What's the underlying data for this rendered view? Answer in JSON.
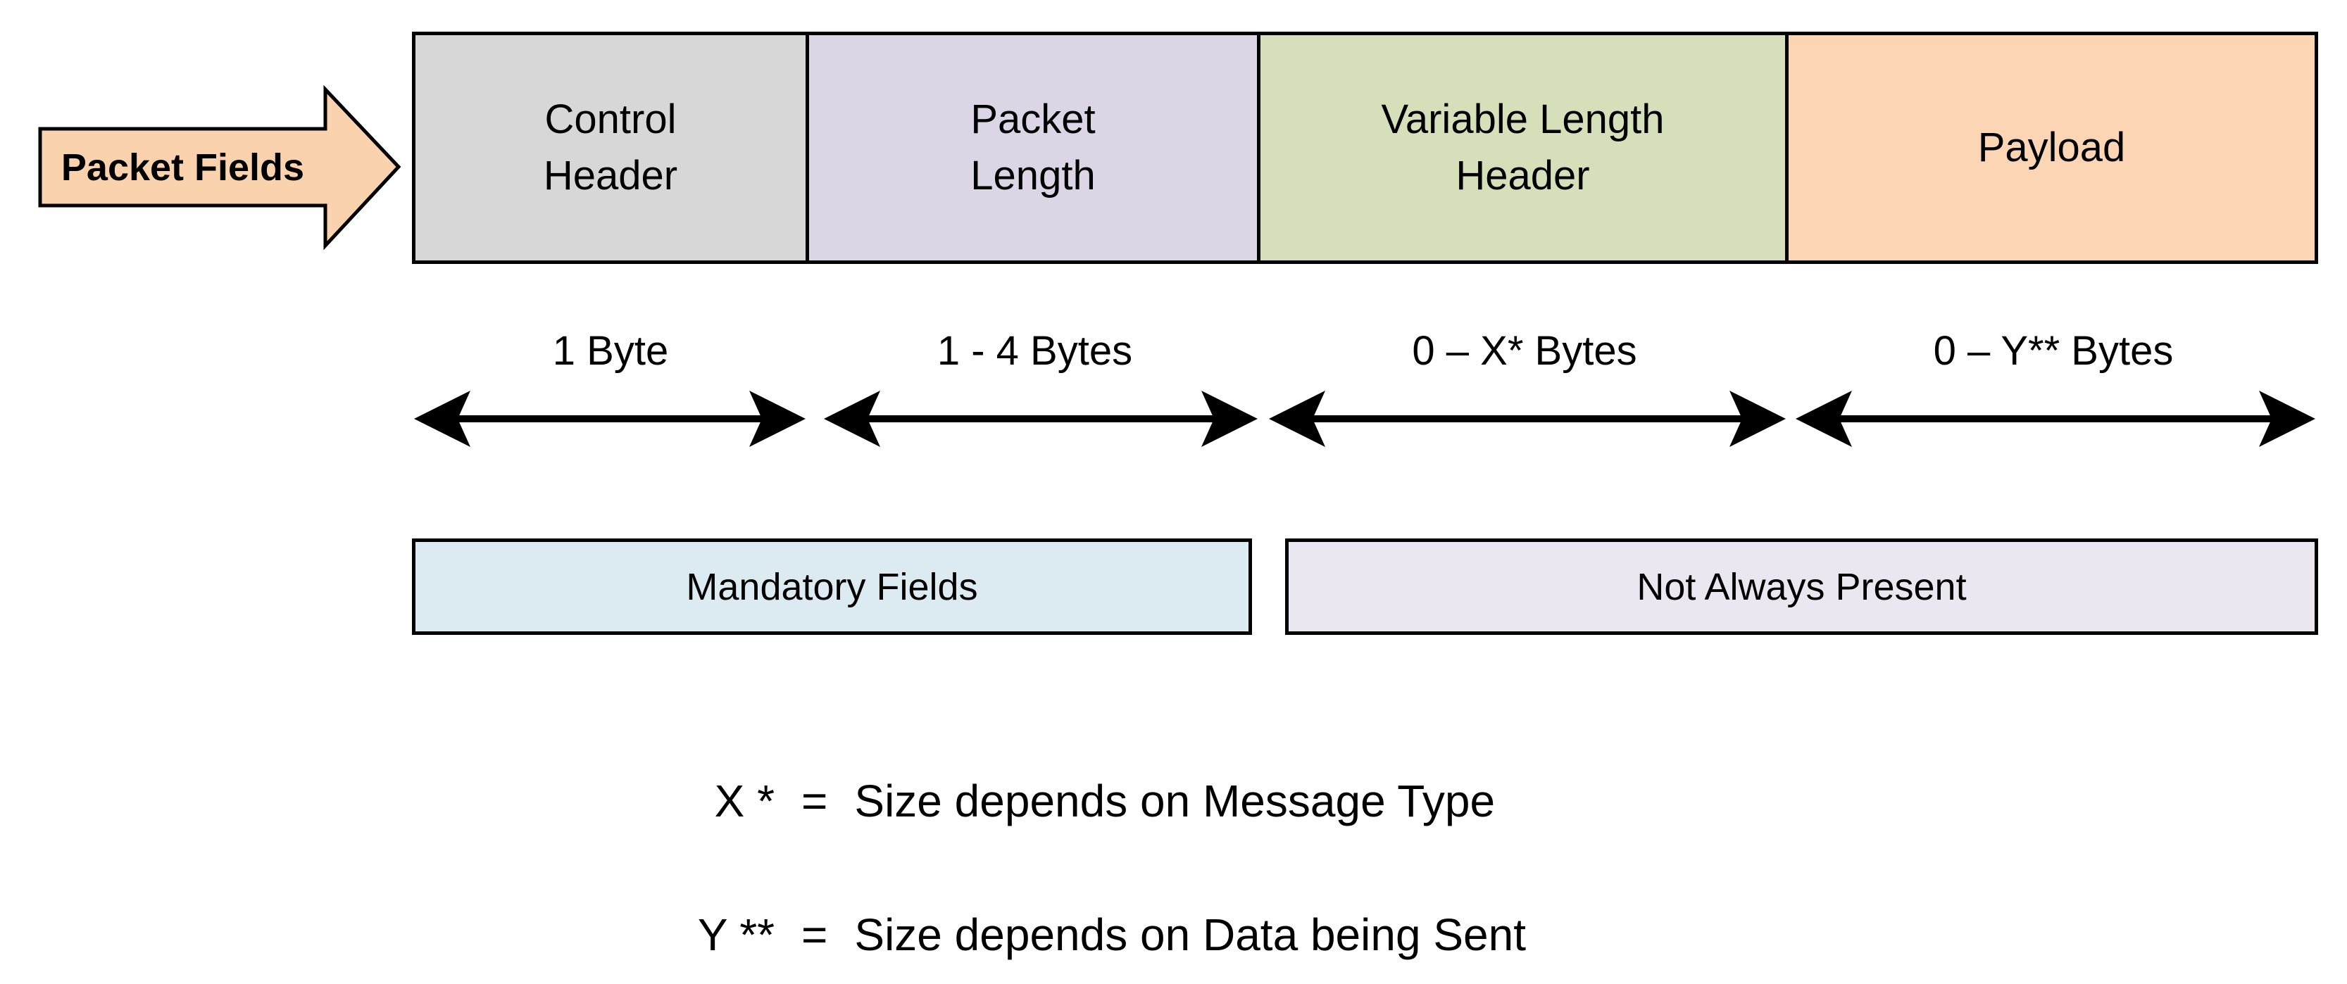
{
  "arrow": {
    "label": "Packet Fields",
    "fill": "#FBD2AE"
  },
  "packet_fields": [
    {
      "name": "Control Header",
      "size": "1 Byte",
      "color": "#D7D7D7"
    },
    {
      "name": "Packet Length",
      "size": "1 - 4 Bytes",
      "color": "#DBD5E6"
    },
    {
      "name": "Variable Length Header",
      "size": "0 – X* Bytes",
      "color": "#D5E0BA"
    },
    {
      "name": "Payload",
      "size": "0 – Y** Bytes",
      "color": "#FBD5B4"
    }
  ],
  "groups": [
    {
      "label": "Mandatory Fields",
      "color": "#DCEAF2"
    },
    {
      "label": "Not Always Present",
      "color": "#EAE7F1"
    }
  ],
  "footnotes": [
    {
      "symbol": "X *",
      "equals": "=",
      "definition": "Size depends on Message Type"
    },
    {
      "symbol": "Y **",
      "equals": "=",
      "definition": "Size depends on Data being Sent"
    }
  ]
}
